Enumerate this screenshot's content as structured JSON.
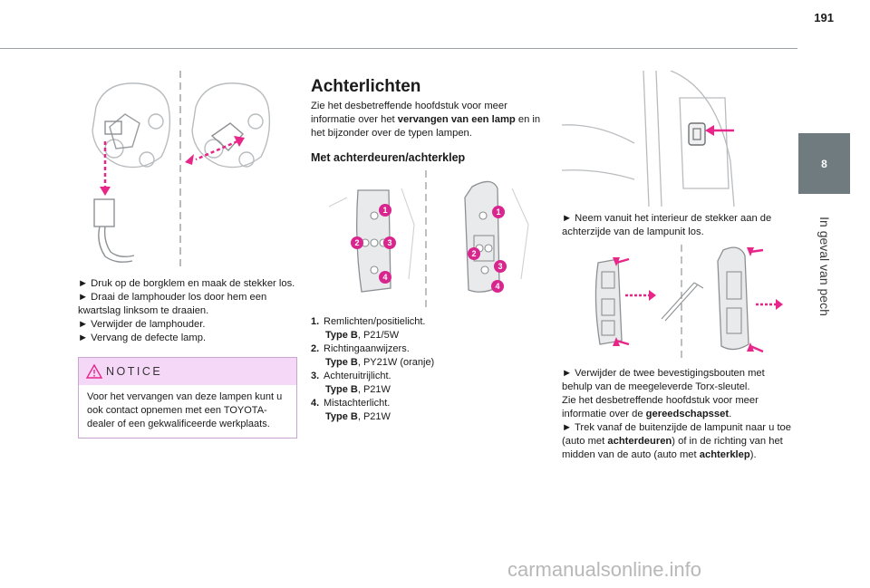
{
  "page_number": "191",
  "side_tab": {
    "chapter_number": "8",
    "chapter_title": "In geval van pech"
  },
  "left_column": {
    "steps": [
      "► Druk op de borgklem en maak de stekker los.",
      "► Draai de lamphouder los door hem een kwartslag linksom te draaien.",
      "► Verwijder de lamphouder.",
      "► Vervang de defecte lamp."
    ],
    "notice": {
      "title": "NOTICE",
      "body": "Voor het vervangen van deze lampen kunt u ook contact opnemen met een TOYOTA-dealer of een gekwalificeerde werkplaats."
    }
  },
  "middle_column": {
    "title": "Achterlichten",
    "intro_before": "Zie het desbetreffende hoofdstuk voor meer informatie over het ",
    "intro_bold": "vervangen van een lamp",
    "intro_after": " en in het bijzonder over de typen lampen.",
    "subtitle": "Met achterdeuren/achterklep",
    "callouts": [
      "1",
      "2",
      "3",
      "4"
    ],
    "lamps": [
      {
        "num": "1.",
        "name": "Remlichten/positielicht.",
        "type_label": "Type B",
        "spec": ", P21/5W"
      },
      {
        "num": "2.",
        "name": "Richtingaanwijzers.",
        "type_label": "Type B",
        "spec": ", PY21W (oranje)"
      },
      {
        "num": "3.",
        "name": "Achteruitrijlicht.",
        "type_label": "Type B",
        "spec": ", P21W"
      },
      {
        "num": "4.",
        "name": "Mistachterlicht.",
        "type_label": "Type B",
        "spec": ", P21W"
      }
    ]
  },
  "right_column": {
    "step1": "► Neem vanuit het interieur de stekker aan de achterzijde van de lampunit los.",
    "step2": "► Verwijder de twee bevestigingsbouten met behulp van de meegeleverde Torx-sleutel.",
    "ref_before": "Zie het desbetreffende hoofdstuk voor meer informatie over de ",
    "ref_bold": "gereedschapsset",
    "ref_after": ".",
    "step3_before": "► Trek vanaf de buitenzijde de lampunit naar u toe (auto met ",
    "step3_bold1": "achterdeuren",
    "step3_mid": ") of in de richting van het midden van de auto (auto met ",
    "step3_bold2": "achterklep",
    "step3_after": ")."
  },
  "watermark": "carmanualsonline.info",
  "colors": {
    "accent": "#e8268a",
    "tab": "#707b7f",
    "notice_header": "#f5d8f7"
  }
}
